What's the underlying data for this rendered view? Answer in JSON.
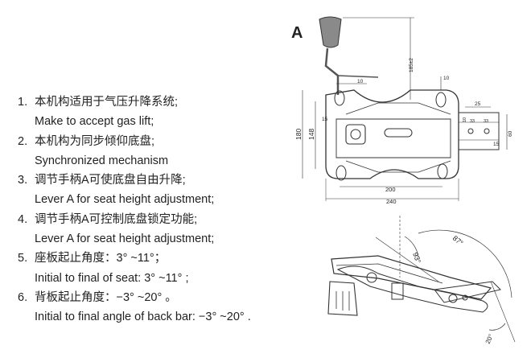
{
  "figure_label": "A",
  "specs": [
    {
      "num": "1.",
      "zh": "本机构适用于气压升降系统;",
      "en": "Make to accept gas lift;"
    },
    {
      "num": "2.",
      "zh": "本机构为同步倾仰底盘;",
      "en": "Synchronized mechanism"
    },
    {
      "num": "3.",
      "zh": "调节手柄A可使底盘自由升降;",
      "en": "Lever A for seat height adjustment;"
    },
    {
      "num": "4.",
      "zh": "调节手柄A可控制底盘锁定功能;",
      "en": "Lever A for seat height adjustment;"
    },
    {
      "num": "5.",
      "zh": "座板起止角度：3° ~11°；",
      "en": "Initial to final of seat: 3° ~11° ;"
    },
    {
      "num": "6.",
      "zh": "背板起止角度：−3° ~20° 。",
      "en": "Initial to final angle of back bar: −3° ~20° ."
    }
  ],
  "dimensions": {
    "lever_height": "185±2",
    "width_inner": "200",
    "width_outer": "240",
    "height_outer": "180",
    "height_inner": "148",
    "top_offset": "10",
    "side_offset": "15",
    "right_height": "60",
    "right_offset": "15",
    "slot_width": "25",
    "slot_a": "33",
    "slot_b": "33",
    "small_10": "10"
  },
  "angles": {
    "seat_tilt": "93°",
    "back_tilt": "87°",
    "min_angle": "20°"
  }
}
